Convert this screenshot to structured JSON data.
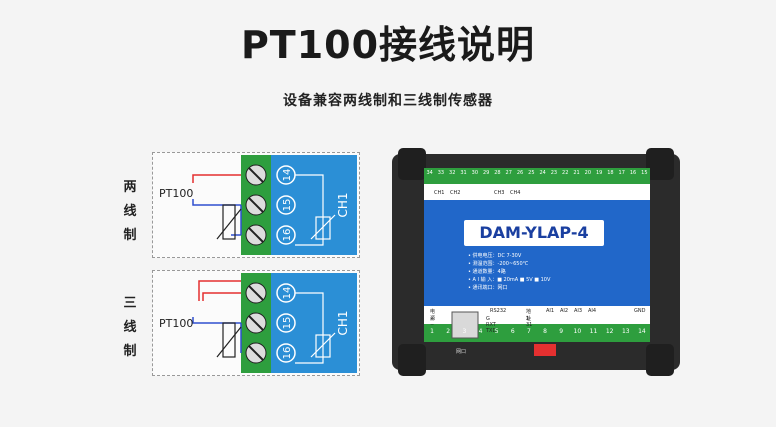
{
  "header": {
    "title": "PT100接线说明",
    "subtitle": "设备兼容两线制和三线制传感器"
  },
  "diagrams": [
    {
      "label_chars": [
        "两",
        "线",
        "制"
      ],
      "sensor_label": "PT100",
      "terminals": [
        "14",
        "15",
        "16"
      ],
      "channel": "CH1"
    },
    {
      "label_chars": [
        "三",
        "线",
        "制"
      ],
      "sensor_label": "PT100",
      "terminals": [
        "14",
        "15",
        "16"
      ],
      "channel": "CH1"
    }
  ],
  "device": {
    "model": "DAM-YLAP-4",
    "specs": [
      "• 供电电压：DC 7-30V",
      "• 测温范围：-200~650℃",
      "• 通道数量：4路",
      "• A I 输 入：■ 20mA ■ 5V ■ 10V",
      "• 通讯端口：网口"
    ],
    "top_terminals": [
      "34",
      "33",
      "32",
      "31",
      "30",
      "29",
      "28",
      "27",
      "26",
      "25",
      "24",
      "23",
      "22",
      "21",
      "20",
      "19",
      "18",
      "17",
      "16",
      "15"
    ],
    "channel_labels": [
      "CH1",
      "CH2",
      "CH3",
      "CH4"
    ],
    "bottom_terminals": [
      "1",
      "2",
      "3",
      "4",
      "5",
      "6",
      "7",
      "8",
      "9",
      "10",
      "11",
      "12",
      "13",
      "14"
    ],
    "bottom_labels": {
      "power": "电源",
      "power_sign": "+ −",
      "rs232": "RS232",
      "rs232_pins": "G RXT TXD",
      "address": "地址",
      "address_range": "1-31",
      "ai": [
        "AI1",
        "AI2",
        "AI3",
        "AI4"
      ],
      "gnd": "GND",
      "net": "网口"
    }
  },
  "colors": {
    "terminal_green": "#2e9e3e",
    "blue_panel": "#2b8fd6",
    "device_blue": "#2167c9",
    "wire_red": "#e53030",
    "wire_blue": "#2f4fd0"
  }
}
